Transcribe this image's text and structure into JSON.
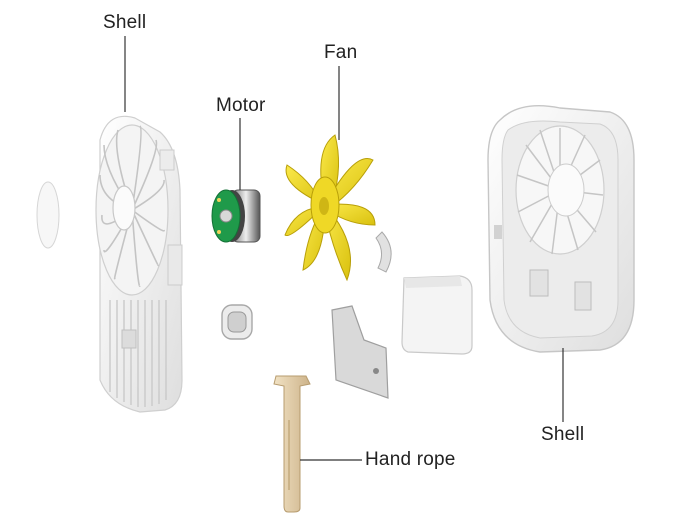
{
  "diagram": {
    "labels": {
      "shell_top": "Shell",
      "motor": "Motor",
      "fan": "Fan",
      "shell_bottom": "Shell",
      "hand_rope": "Hand rope"
    },
    "colors": {
      "background": "#ffffff",
      "shell": "#f2f2f2",
      "fan_blade": "#f3dd2c",
      "motor_board": "#1f9a4a",
      "hand_rope": "#e4cfa8",
      "leader_line": "#333333"
    }
  }
}
